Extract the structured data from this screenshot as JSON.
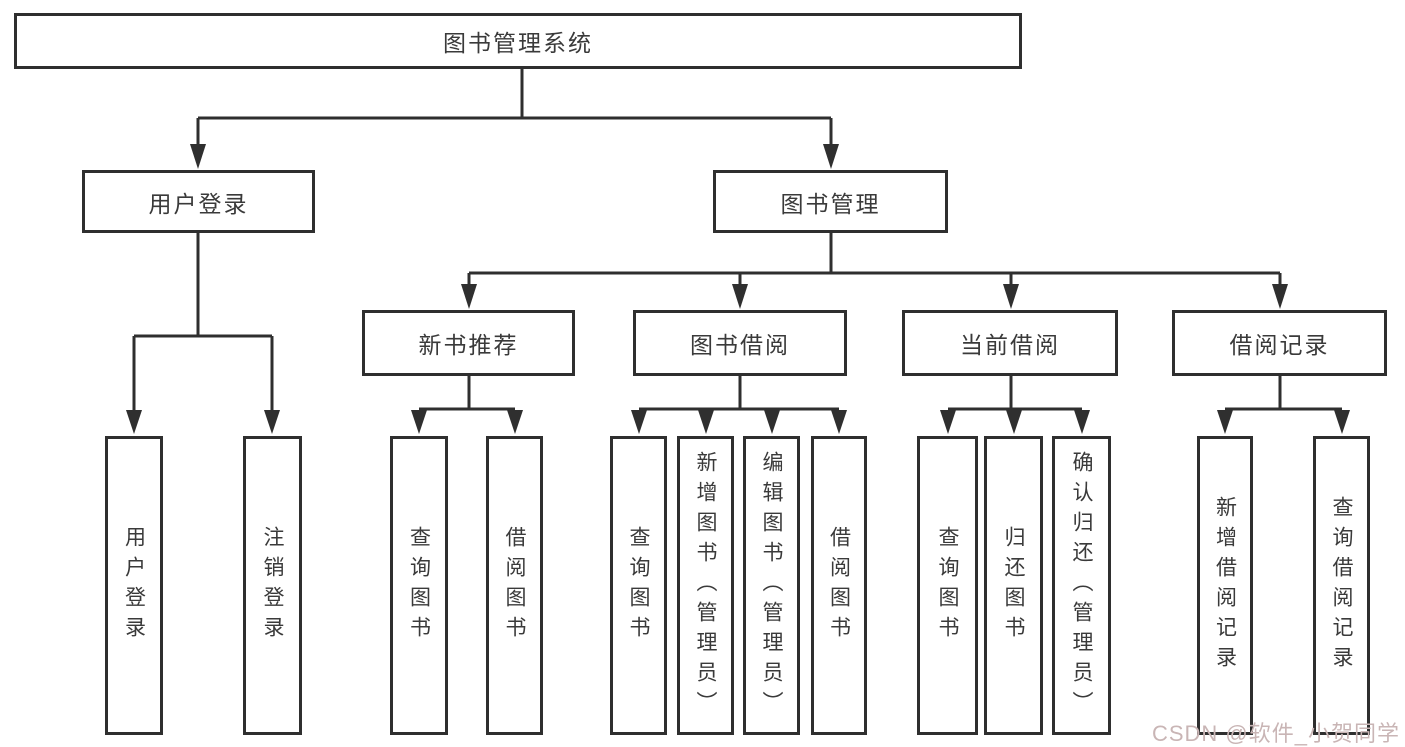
{
  "colors": {
    "line": "#2f2f2f",
    "text": "#3a3a3a",
    "box_background": "#ffffff",
    "watermark": "#c9b5b5"
  },
  "tree": {
    "root_label": "图书管理系统",
    "branches": [
      {
        "label": "用户登录",
        "children": [
          {
            "label": "用户登录"
          },
          {
            "label": "注销登录"
          }
        ]
      },
      {
        "label": "图书管理",
        "groups": [
          {
            "label": "新书推荐",
            "children": [
              {
                "label": "查询图书"
              },
              {
                "label": "借阅图书"
              }
            ]
          },
          {
            "label": "图书借阅",
            "children": [
              {
                "label": "查询图书"
              },
              {
                "label": "新增图书（管理员）"
              },
              {
                "label": "编辑图书（管理员）"
              },
              {
                "label": "借阅图书"
              }
            ]
          },
          {
            "label": "当前借阅",
            "children": [
              {
                "label": "查询图书"
              },
              {
                "label": "归还图书"
              },
              {
                "label": "确认归还（管理员）"
              }
            ]
          },
          {
            "label": "借阅记录",
            "children": [
              {
                "label": "新增借阅记录"
              },
              {
                "label": "查询借阅记录"
              }
            ]
          }
        ]
      }
    ]
  },
  "watermark": {
    "text": "CSDN @软件_小贺同学"
  }
}
